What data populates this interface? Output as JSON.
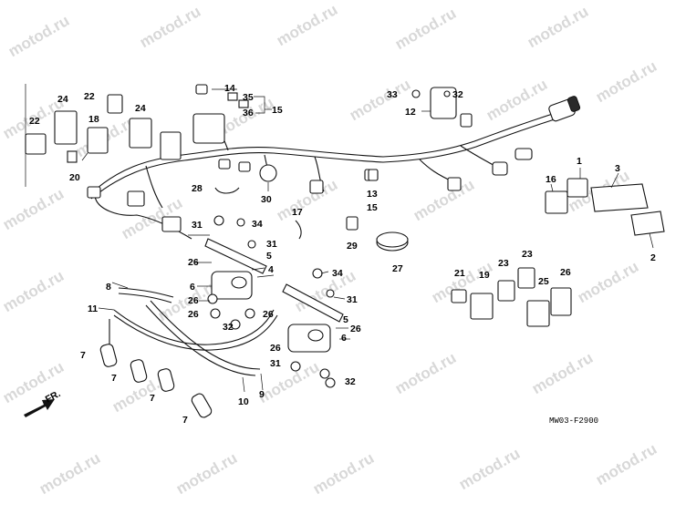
{
  "watermark": "motod.ru",
  "diagram_code": "MW03-F2900",
  "direction_label": "FR.",
  "labels": {
    "l1": "1",
    "l2": "2",
    "l3": "3",
    "l4": "4",
    "l5a": "5",
    "l5b": "5",
    "l6a": "6",
    "l6b": "6",
    "l7a": "7",
    "l7b": "7",
    "l7c": "7",
    "l7d": "7",
    "l8": "8",
    "l9": "9",
    "l10": "10",
    "l11": "11",
    "l12": "12",
    "l13": "13",
    "l14": "14",
    "l15a": "15",
    "l15b": "15",
    "l16": "16",
    "l17": "17",
    "l18": "18",
    "l19": "19",
    "l20": "20",
    "l21": "21",
    "l22a": "22",
    "l22b": "22",
    "l23a": "23",
    "l23b": "23",
    "l24a": "24",
    "l24b": "24",
    "l25": "25",
    "l26a": "26",
    "l26b": "26",
    "l26c": "26",
    "l26d": "26",
    "l26e": "26",
    "l26f": "26",
    "l26g": "26",
    "l27": "27",
    "l28": "28",
    "l29": "29",
    "l30": "30",
    "l31a": "31",
    "l31b": "31",
    "l31c": "31",
    "l31d": "31",
    "l32a": "32",
    "l32b": "32",
    "l32c": "32",
    "l33": "33",
    "l34a": "34",
    "l34b": "34",
    "l35": "35",
    "l36": "36"
  }
}
